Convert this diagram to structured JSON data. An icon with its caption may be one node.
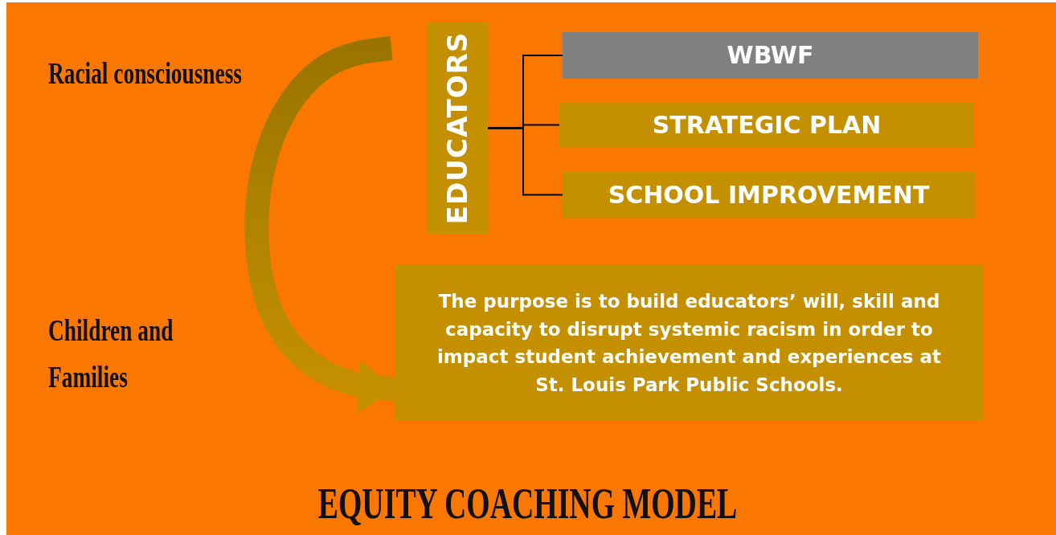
{
  "diagram": {
    "title": "EQUITY COACHING MODEL",
    "nodes": [
      {
        "text": [
          "EDUCATORS"
        ]
      },
      {
        "text": [
          "WBWF"
        ]
      },
      {
        "text": [
          "STRATEGIC PLAN"
        ]
      },
      {
        "text": [
          "SCHOOL IMPROVEMENT"
        ]
      },
      {
        "text": [
          "The purpose is to build educators’ will, skill and capacity  to disrupt systemic racism in order to impact student achievement and experiences at St. Louis Park Public Schools."
        ]
      }
    ],
    "edges": [
      {
        "from": 0,
        "to": 1,
        "arrow": "none"
      },
      {
        "from": 0,
        "to": 2,
        "arrow": "none"
      },
      {
        "from": 0,
        "to": 3,
        "arrow": "none"
      },
      {
        "from": null,
        "to": 4,
        "arrow": "to"
      }
    ],
    "labels": [
      "Racial consciousness",
      "Children and Families"
    ]
  }
}
